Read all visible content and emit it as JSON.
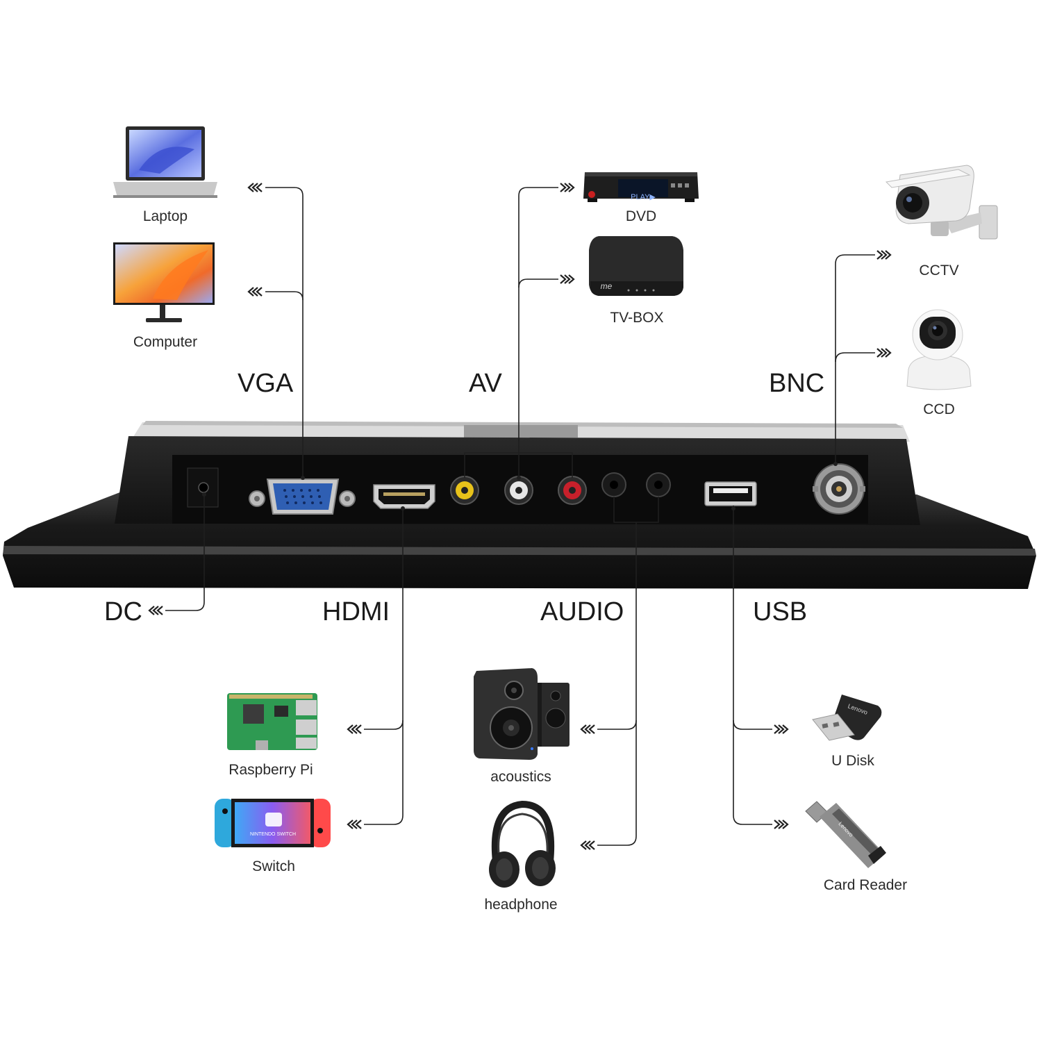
{
  "ports": {
    "vga": "VGA",
    "av": "AV",
    "bnc": "BNC",
    "dc": "DC",
    "hdmi": "HDMI",
    "audio": "AUDIO",
    "usb": "USB"
  },
  "devices": {
    "laptop": "Laptop",
    "computer": "Computer",
    "dvd": "DVD",
    "tvbox": "TV-BOX",
    "cctv": "CCTV",
    "ccd": "CCD",
    "raspberry": "Raspberry Pi",
    "switch": "Switch",
    "acoustics": "acoustics",
    "headphone": "headphone",
    "udisk": "U Disk",
    "cardreader": "Card Reader"
  },
  "device_text": {
    "dvd_screen": "PLAY▶",
    "tvbox_logo": "me",
    "udisk_brand": "Lenovo",
    "cardreader_brand": "Lenovo",
    "switch_logo": "NINTENDO SWITCH"
  },
  "colors": {
    "monitor_body": "#1c1c1c",
    "port_panel": "#0d0d0d",
    "vga_blue": "#2f5fb3",
    "rca_yellow": "#e8c21a",
    "rca_white": "#e6e6e6",
    "rca_red": "#c8202b",
    "wire": "#1f1f1f"
  }
}
